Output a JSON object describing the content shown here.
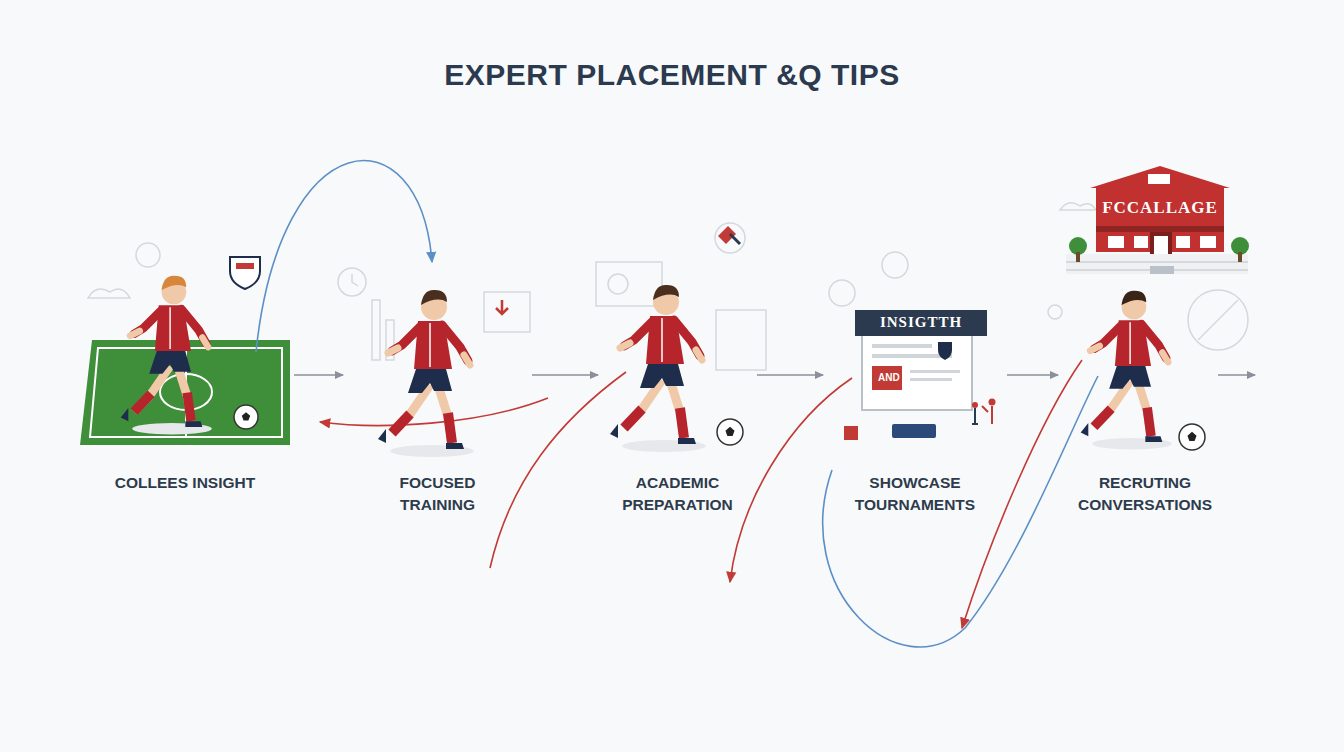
{
  "diagram": {
    "title": "EXPERT PLACEMENT &Q TIPS",
    "nodes": [
      {
        "text": [
          "COLLEES INSIGHT"
        ]
      },
      {
        "text": [
          "FOCUSED TRAINING"
        ]
      },
      {
        "text": [
          "ACADEMIC PREPARATION"
        ]
      },
      {
        "text": [
          "SHOWCASE TOURNAMENTS"
        ]
      },
      {
        "text": [
          "INSIGTTH"
        ],
        "in": 3
      },
      {
        "text": [
          "RECRUTING CONVERSATIONS"
        ]
      },
      {
        "text": [
          "FCCALLAGE"
        ]
      }
    ],
    "edges": [
      {
        "from": 0,
        "to": 1,
        "arrow": "to"
      },
      {
        "from": 1,
        "to": 2,
        "arrow": "to"
      },
      {
        "from": 2,
        "to": 3,
        "arrow": "to"
      },
      {
        "from": 3,
        "to": 5,
        "arrow": "to"
      }
    ],
    "labels": [
      "AND"
    ]
  }
}
